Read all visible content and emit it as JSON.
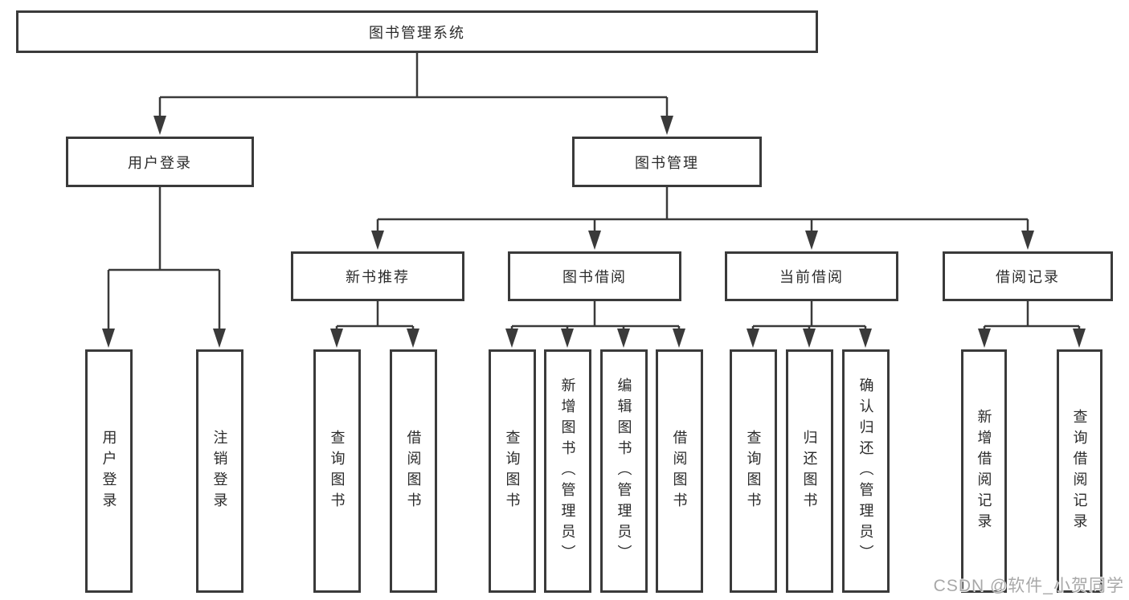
{
  "diagram": {
    "root": {
      "label": "图书管理系统"
    },
    "level2": {
      "user_login": {
        "label": "用户登录"
      },
      "book_mgmt": {
        "label": "图书管理"
      }
    },
    "level3": {
      "new_books": {
        "label": "新书推荐"
      },
      "borrowing": {
        "label": "图书借阅"
      },
      "current": {
        "label": "当前借阅"
      },
      "records": {
        "label": "借阅记录"
      }
    },
    "leaves": {
      "user_login": {
        "label": "用户登录"
      },
      "logout": {
        "label": "注销登录"
      },
      "nb_query": {
        "label": "查询图书"
      },
      "nb_borrow": {
        "label": "借阅图书"
      },
      "bw_query": {
        "label": "查询图书"
      },
      "bw_add": {
        "label": "新增图书（管理员）"
      },
      "bw_edit": {
        "label": "编辑图书（管理员）"
      },
      "bw_borrow": {
        "label": "借阅图书"
      },
      "cu_query": {
        "label": "查询图书"
      },
      "cu_return": {
        "label": "归还图书"
      },
      "cu_confirm": {
        "label": "确认归还（管理员）"
      },
      "rc_add": {
        "label": "新增借阅记录"
      },
      "rc_query": {
        "label": "查询借阅记录"
      }
    }
  },
  "watermark": {
    "text": "CSDN @软件_小贺同学"
  },
  "colors": {
    "line": "#3a3a3a",
    "border": "#3a3a3a",
    "text": "#2b2b2b",
    "watermark": "#a8a8a8",
    "background": "#ffffff"
  }
}
